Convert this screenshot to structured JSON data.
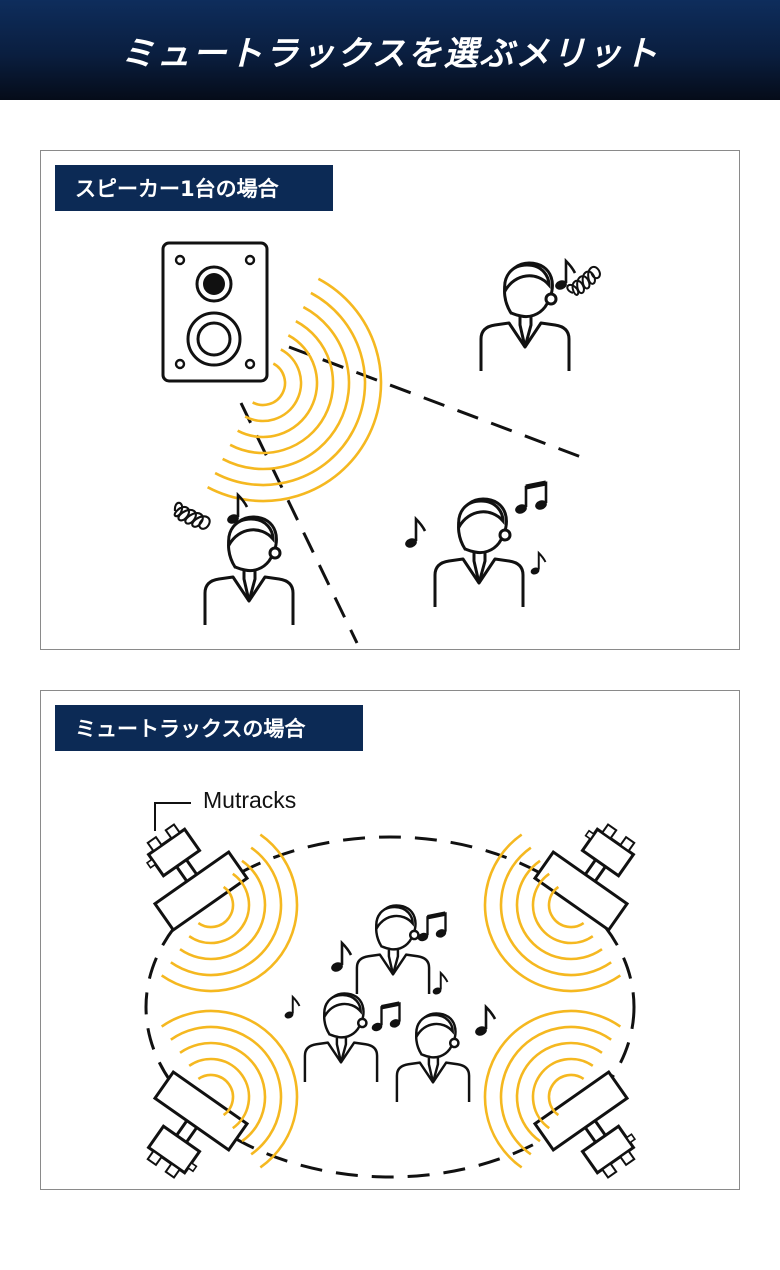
{
  "header": {
    "title": "ミュートラックスを選ぶメリット"
  },
  "panels": [
    {
      "label": "スピーカー1台の場合"
    },
    {
      "label": "ミュートラックスの場合",
      "callout": "Mutracks"
    }
  ],
  "colors": {
    "header_bg": "#0a1e3f",
    "label_bg": "#0c2a55",
    "sound_wave": "#f5b820",
    "line": "#111111"
  },
  "icons": [
    "speaker-icon",
    "person-icon",
    "music-note-icon",
    "noise-spiral-icon",
    "sound-wave-icon",
    "mutracks-speaker-icon"
  ]
}
